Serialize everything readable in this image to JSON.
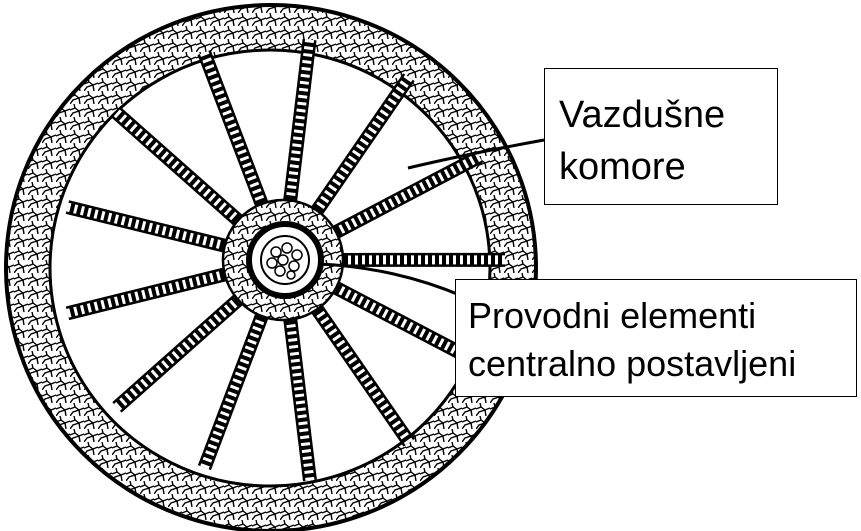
{
  "diagram": {
    "labels": {
      "air_chambers": {
        "line1": "Vazdušne",
        "line2": "komore"
      },
      "vascular": {
        "line1": "Provodni elementi",
        "line2": "centralno postavljeni"
      }
    },
    "colors": {
      "ink": "#000000",
      "background": "#ffffff"
    },
    "structure": {
      "radial_spokes": 13
    }
  }
}
